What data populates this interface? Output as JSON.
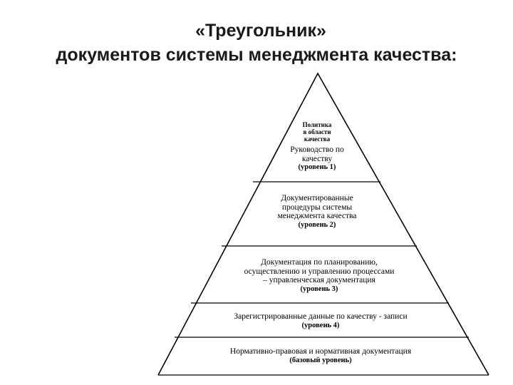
{
  "title": {
    "line1": "«Треугольник»",
    "line2": "документов системы менеджмента качества:"
  },
  "pyramid": {
    "top": {
      "policy_lines": [
        "Политика",
        "в области",
        "качества"
      ],
      "main_lines": [
        "Руководство по",
        "качеству"
      ],
      "level": "(уровень 1)"
    },
    "level2": {
      "lines": [
        "Документированные",
        "процедуры системы",
        "менеджмента качества"
      ],
      "level": "(уровень 2)"
    },
    "level3": {
      "lines": [
        "Документация  по  планированию,",
        "осуществлению  и управлению процессами",
        "– управленческая документация"
      ],
      "level": "(уровень 3)"
    },
    "level4": {
      "lines": [
        "Зарегистрированные данные по качеству - записи"
      ],
      "level": "(уровень 4)"
    },
    "base": {
      "lines": [
        "Нормативно-правовая и нормативная  документация"
      ],
      "level": "(базовый уровень)"
    }
  },
  "colors": {
    "line": "#000000",
    "title": "#1a1a1a"
  }
}
